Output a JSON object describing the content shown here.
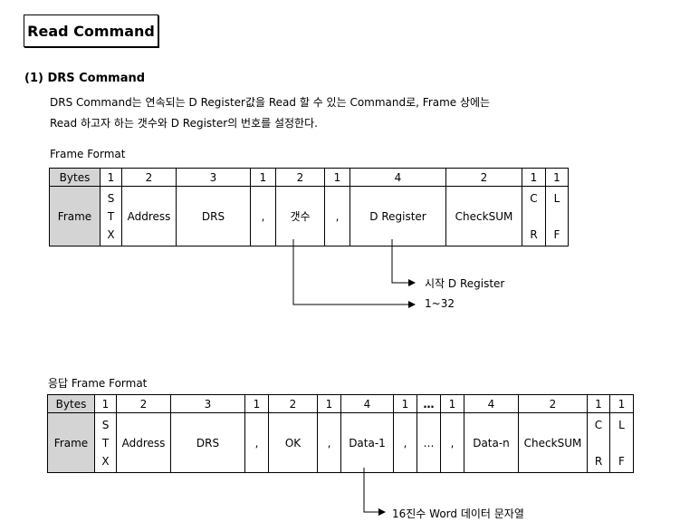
{
  "title": "Read Command",
  "section": {
    "heading": "(1) DRS Command",
    "line1": "DRS Command는 연속되는 D Register값을 Read 할 수 있는 Command로, Frame 상에는",
    "line2": "Read 하고자 하는 갯수와  D Register의 번호를 설정한다."
  },
  "request": {
    "caption": "Frame Format",
    "bytes_label": "Bytes",
    "frame_label": "Frame",
    "bytes": [
      "1",
      "2",
      "3",
      "1",
      "2",
      "1",
      "4",
      "2",
      "1",
      "1"
    ],
    "cells": [
      "",
      "Address",
      "DRS",
      ",",
      "갯수",
      ",",
      "D Register",
      "CheckSUM",
      "",
      ""
    ],
    "stx": [
      "S",
      "T",
      "X"
    ],
    "cr": [
      "C",
      "R"
    ],
    "lf": [
      "L",
      "F"
    ],
    "annotation_register": "시작 D Register",
    "annotation_count": "1~32"
  },
  "response": {
    "caption": "응답 Frame Format",
    "bytes_label": "Bytes",
    "frame_label": "Frame",
    "bytes": [
      "1",
      "2",
      "3",
      "1",
      "2",
      "1",
      "4",
      "1",
      "…",
      "1",
      "4",
      "2",
      "1",
      "1"
    ],
    "cells": [
      "",
      "Address",
      "DRS",
      ",",
      "OK",
      ",",
      "Data-1",
      ",",
      "…",
      ",",
      "Data-n",
      "CheckSUM",
      "",
      ""
    ],
    "stx": [
      "S",
      "T",
      "X"
    ],
    "cr": [
      "C",
      "R"
    ],
    "lf": [
      "L",
      "F"
    ],
    "annotation_data": "16진수 Word 데이터 문자열"
  }
}
